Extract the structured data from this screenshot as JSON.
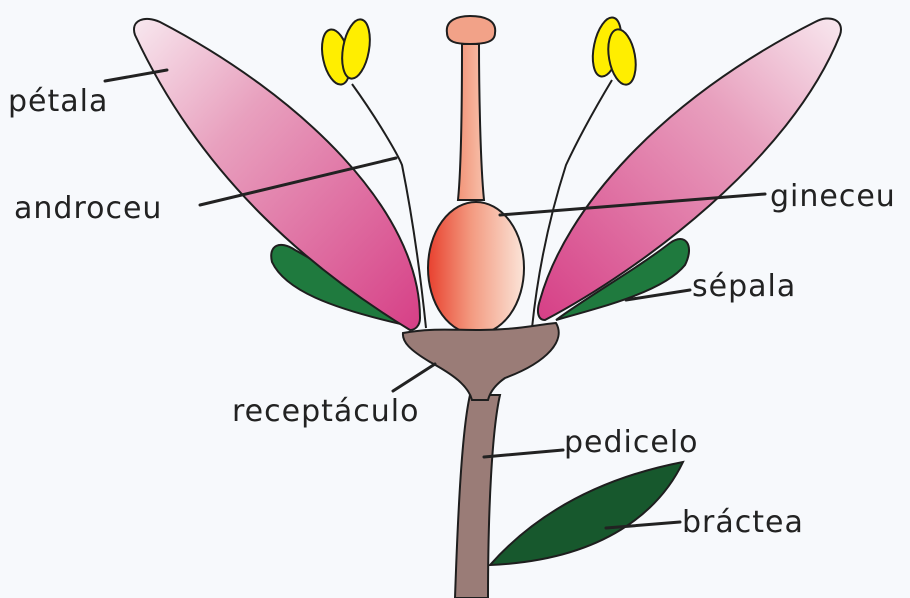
{
  "labels": {
    "petala": "pétala",
    "androceu": "androceu",
    "gineceu": "gineceu",
    "sepala": "sépala",
    "receptaculo": "receptáculo",
    "pedicelo": "pedicelo",
    "bractea": "bráctea"
  },
  "colors": {
    "background": "#f7f9fc",
    "petal_pink": "#d94f8f",
    "petal_light": "#f6dbe6",
    "sepal_green": "#1f7a3e",
    "bract_green": "#17582d",
    "anther_yellow": "#ffee00",
    "gynoecium_peach": "#f2a288",
    "ovary_red": "#e8412f",
    "receptacle_brown": "#9a7c77"
  }
}
